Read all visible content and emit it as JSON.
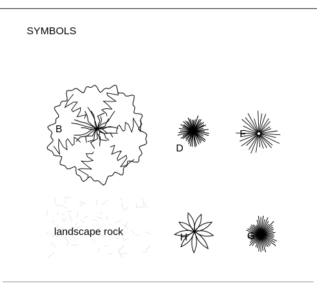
{
  "title": "SYMBOLS",
  "colors": {
    "ink": "#000000",
    "background": "#ffffff",
    "rock_hatch": "#e6e6e6"
  },
  "symbols": [
    {
      "tag": "B",
      "icon": "deciduous-tree-icon"
    },
    {
      "tag": "D",
      "icon": "shrub-burst-icon"
    },
    {
      "tag": "F",
      "icon": "spiky-shrub-icon"
    },
    {
      "tag": "H",
      "icon": "leafy-plant-icon"
    },
    {
      "tag": "G",
      "icon": "groundcover-burst-icon"
    }
  ],
  "rock_label": "landscape rock"
}
